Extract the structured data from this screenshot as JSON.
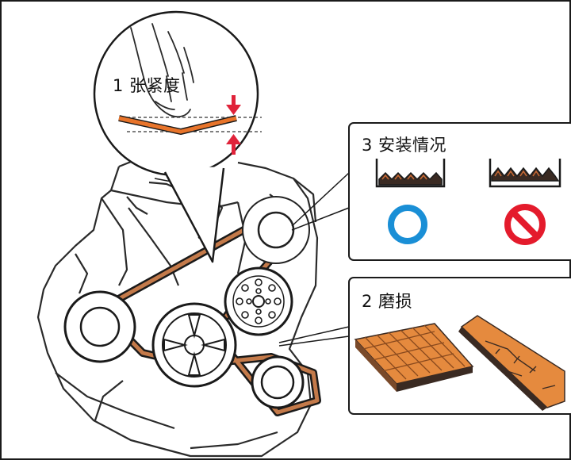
{
  "callouts": {
    "tension": {
      "label": "1 张紧度"
    },
    "install": {
      "label": "3 安装情况"
    },
    "wear": {
      "label": "2 磨损"
    }
  },
  "marks": {
    "correct": "circle-ok-symbol",
    "incorrect": "prohibited-symbol"
  },
  "colors": {
    "belt_orange": "#e8742a",
    "arrow_red": "#e0233a",
    "ok_blue": "#1a8fd6",
    "no_red": "#e41b2c",
    "outline": "#1a1a1a"
  }
}
